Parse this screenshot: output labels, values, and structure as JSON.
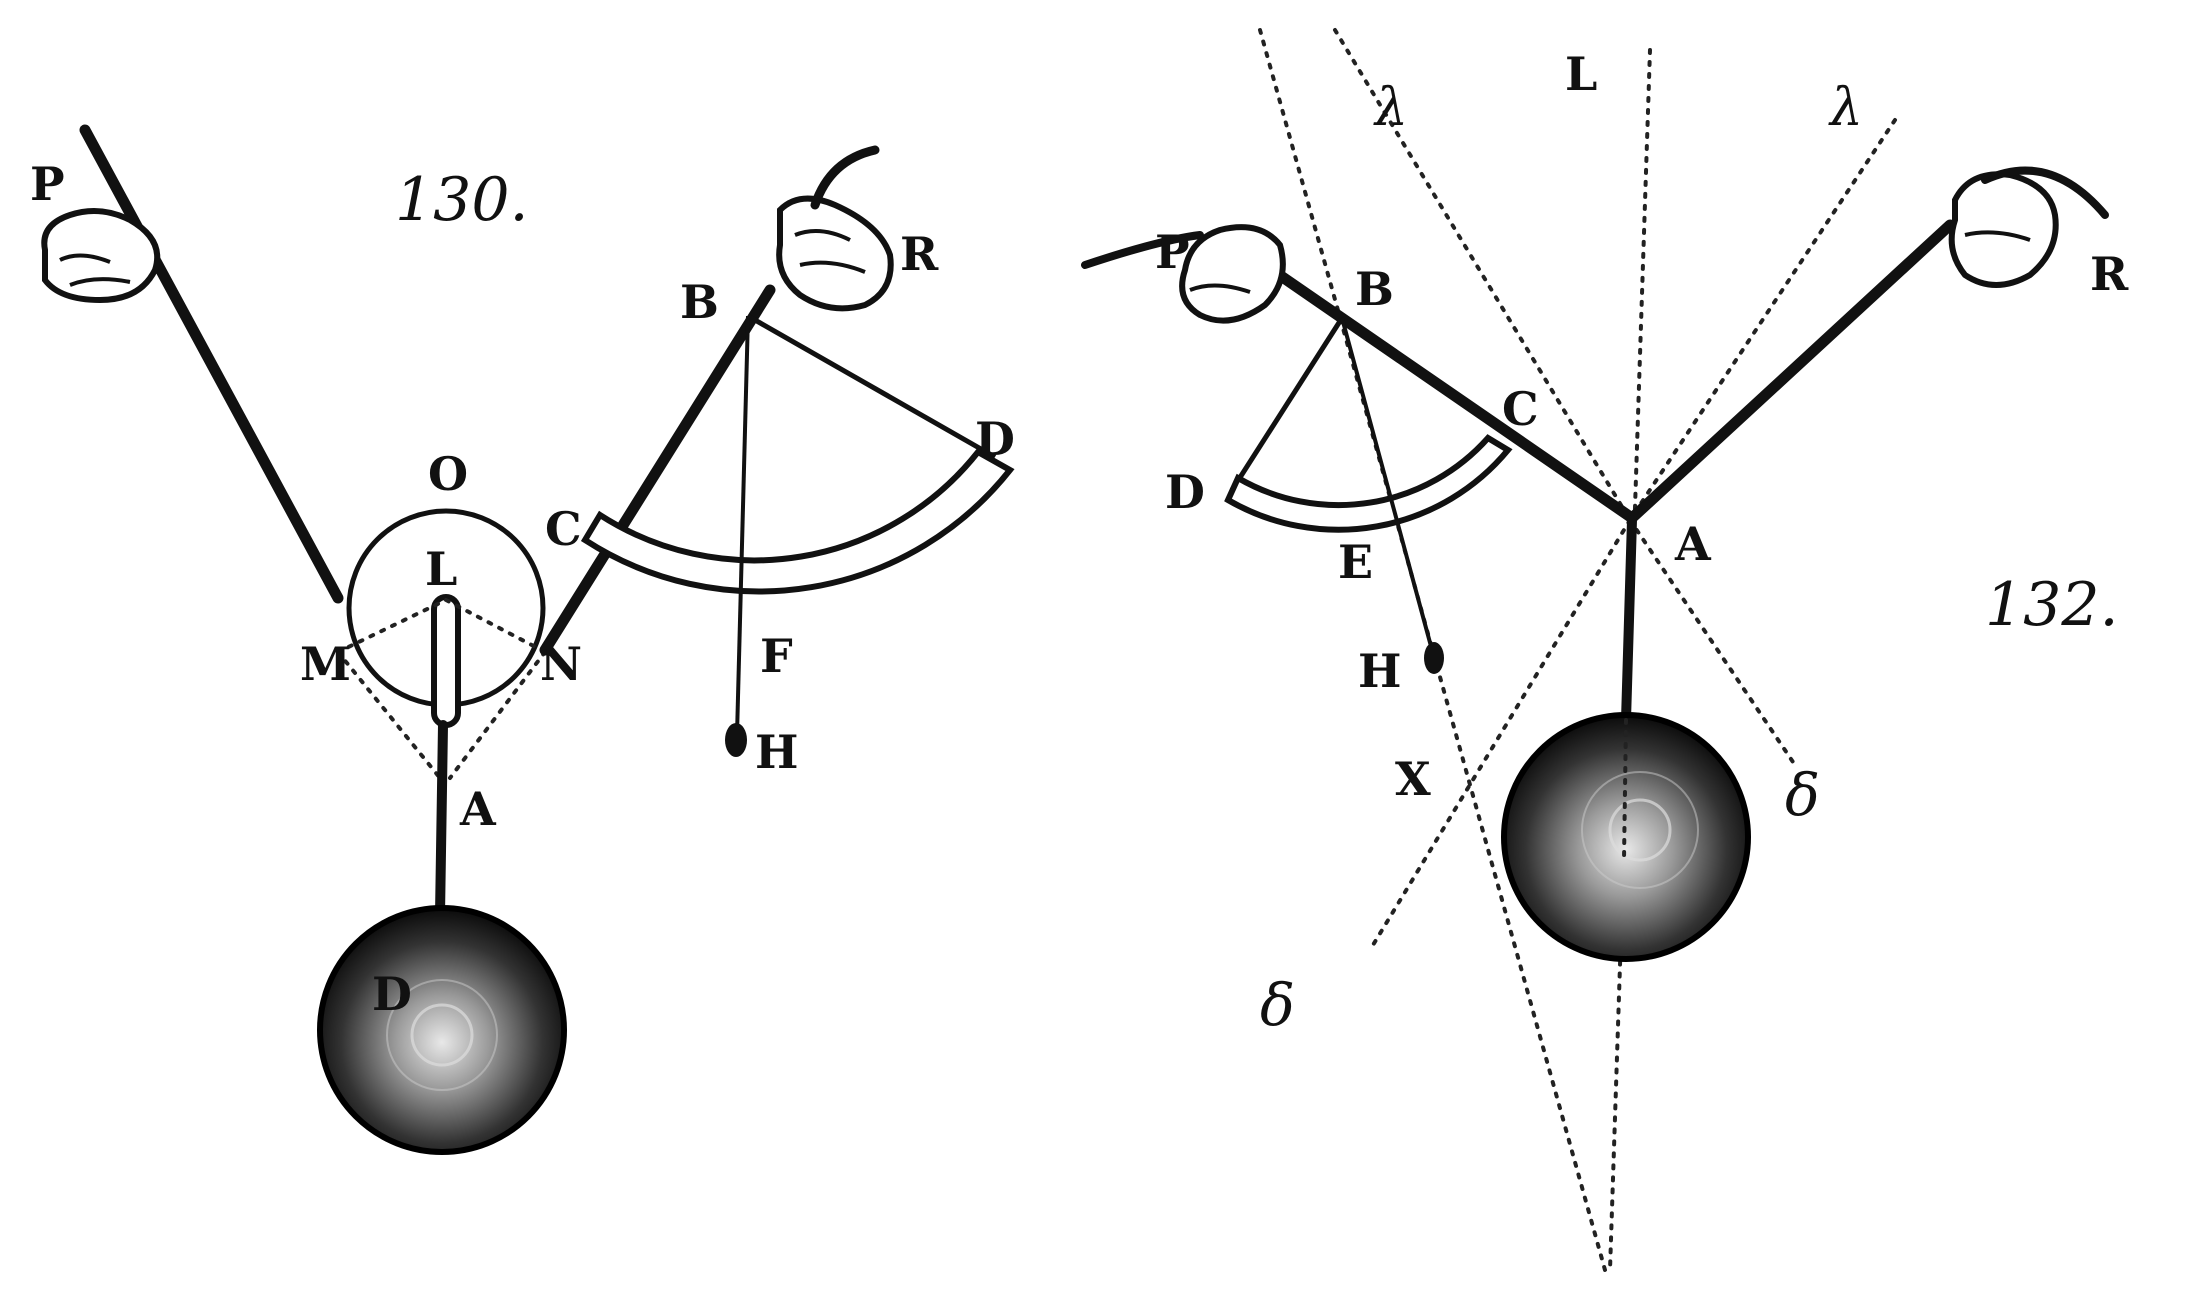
{
  "figures": [
    {
      "number": "130.",
      "labels": {
        "P": "P",
        "R": "R",
        "B": "B",
        "D_arc": "D",
        "O": "O",
        "C": "C",
        "L": "L",
        "M": "M",
        "N": "N",
        "F": "F",
        "H": "H",
        "A": "A",
        "D_ball": "D"
      }
    },
    {
      "number": "132.",
      "labels": {
        "L": "L",
        "lambda_left": "λ",
        "lambda_right": "λ",
        "P": "P",
        "B": "B",
        "R": "R",
        "C": "C",
        "D": "D",
        "A": "A",
        "E": "E",
        "H": "H",
        "X": "X",
        "delta_right": "δ",
        "delta_left": "δ"
      }
    }
  ],
  "colors": {
    "ink": "#111111",
    "paper": "#ffffff"
  }
}
